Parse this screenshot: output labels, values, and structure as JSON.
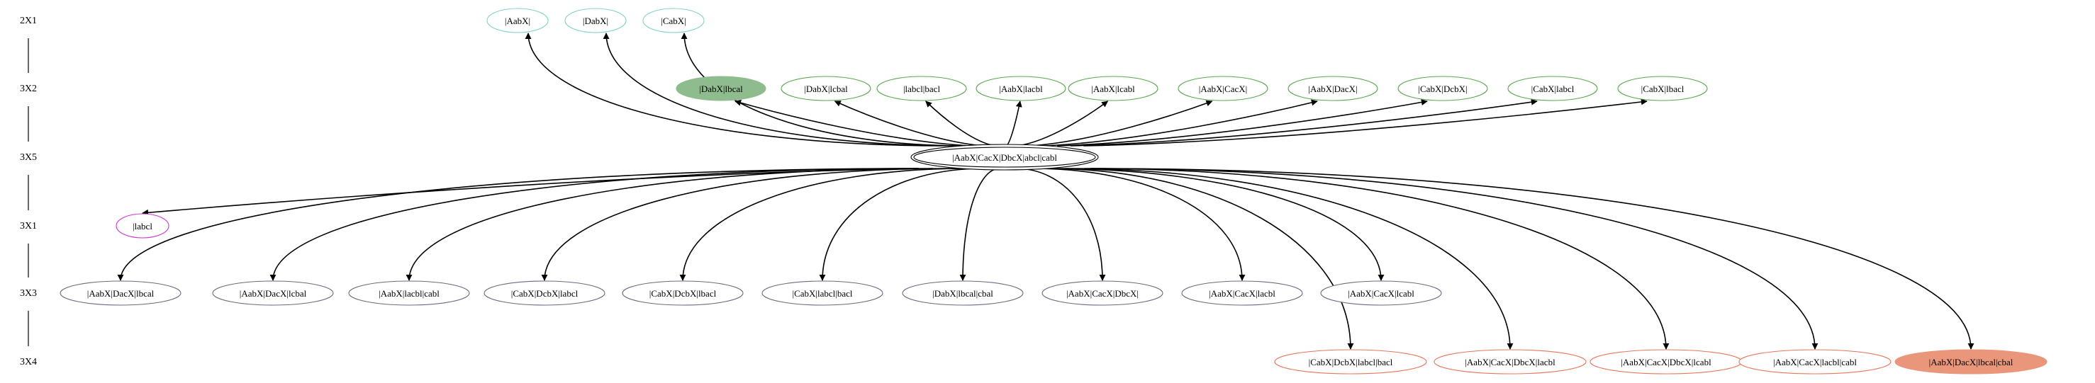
{
  "graph": {
    "ranks": [
      {
        "id": "r2x1",
        "label": "2X1"
      },
      {
        "id": "r3x2",
        "label": "3X2"
      },
      {
        "id": "r3x5",
        "label": "3X5"
      },
      {
        "id": "r3x1",
        "label": "3X1"
      },
      {
        "id": "r3x3",
        "label": "3X3"
      },
      {
        "id": "r3x4",
        "label": "3X4"
      }
    ],
    "colors": {
      "edge": "#000000",
      "rank_line": "#000000",
      "cyan_outline": "#7fd1c4",
      "green_outline": "#5aa84f",
      "green_fill": "#8fbc8f",
      "magenta_outline": "#cc33cc",
      "slate_outline": "#6a6a80",
      "salmon_outline": "#e8765a",
      "salmon_fill": "#e9967a"
    },
    "center": {
      "id": "center",
      "label": "|AabX|CacX|DbcX|abcl|cabl",
      "style": "double"
    },
    "nodes": [
      {
        "id": "n1",
        "label": "|AabX|",
        "rank": "r2x1",
        "style": "cyan"
      },
      {
        "id": "n2",
        "label": "|DabX|",
        "rank": "r2x1",
        "style": "cyan"
      },
      {
        "id": "n3",
        "label": "|CabX|",
        "rank": "r2x1",
        "style": "cyan"
      },
      {
        "id": "n4",
        "label": "|DabX|lbcal",
        "rank": "r3x2",
        "style": "green_filled"
      },
      {
        "id": "n5",
        "label": "|DabX|lcbal",
        "rank": "r3x2",
        "style": "green"
      },
      {
        "id": "n6",
        "label": "|labcl|bacl",
        "rank": "r3x2",
        "style": "green"
      },
      {
        "id": "n7",
        "label": "|AabX|lacbl",
        "rank": "r3x2",
        "style": "green"
      },
      {
        "id": "n8",
        "label": "|AabX|lcabl",
        "rank": "r3x2",
        "style": "green"
      },
      {
        "id": "n9",
        "label": "|AabX|CacX|",
        "rank": "r3x2",
        "style": "green"
      },
      {
        "id": "n10",
        "label": "|AabX|DacX|",
        "rank": "r3x2",
        "style": "green"
      },
      {
        "id": "n11",
        "label": "|CabX|DcbX|",
        "rank": "r3x2",
        "style": "green"
      },
      {
        "id": "n12",
        "label": "|CabX|labcl",
        "rank": "r3x2",
        "style": "green"
      },
      {
        "id": "n13",
        "label": "|CabX|lbacl",
        "rank": "r3x2",
        "style": "green"
      },
      {
        "id": "n14",
        "label": "|labcl",
        "rank": "r3x1",
        "style": "magenta"
      },
      {
        "id": "n15",
        "label": "|AabX|DacX|lbcal",
        "rank": "r3x3",
        "style": "slate"
      },
      {
        "id": "n16",
        "label": "|AabX|DacX|lcbal",
        "rank": "r3x3",
        "style": "slate"
      },
      {
        "id": "n17",
        "label": "|AabX|lacbl|cabl",
        "rank": "r3x3",
        "style": "slate"
      },
      {
        "id": "n18",
        "label": "|CabX|DcbX|labcl",
        "rank": "r3x3",
        "style": "slate"
      },
      {
        "id": "n19",
        "label": "|CabX|DcbX|lbacl",
        "rank": "r3x3",
        "style": "slate"
      },
      {
        "id": "n20",
        "label": "|CabX|labcl|bacl",
        "rank": "r3x3",
        "style": "slate"
      },
      {
        "id": "n21",
        "label": "|DabX|lbcal|cbal",
        "rank": "r3x3",
        "style": "slate"
      },
      {
        "id": "n22",
        "label": "|AabX|CacX|DbcX|",
        "rank": "r3x3",
        "style": "slate"
      },
      {
        "id": "n23",
        "label": "|AabX|CacX|lacbl",
        "rank": "r3x3",
        "style": "slate"
      },
      {
        "id": "n24",
        "label": "|AabX|CacX|lcabl",
        "rank": "r3x3",
        "style": "slate"
      },
      {
        "id": "n25",
        "label": "|CabX|DcbX|labcl|bacl",
        "rank": "r3x4",
        "style": "salmon"
      },
      {
        "id": "n26",
        "label": "|AabX|CacX|DbcX|lacbl",
        "rank": "r3x4",
        "style": "salmon"
      },
      {
        "id": "n27",
        "label": "|AabX|CacX|DbcX|lcabl",
        "rank": "r3x4",
        "style": "salmon"
      },
      {
        "id": "n28",
        "label": "|AabX|CacX|lacbl|cabl",
        "rank": "r3x4",
        "style": "salmon"
      },
      {
        "id": "n29",
        "label": "|AabX|DacX|lbcal|cbal",
        "rank": "r3x4",
        "style": "salmon_filled"
      }
    ]
  }
}
